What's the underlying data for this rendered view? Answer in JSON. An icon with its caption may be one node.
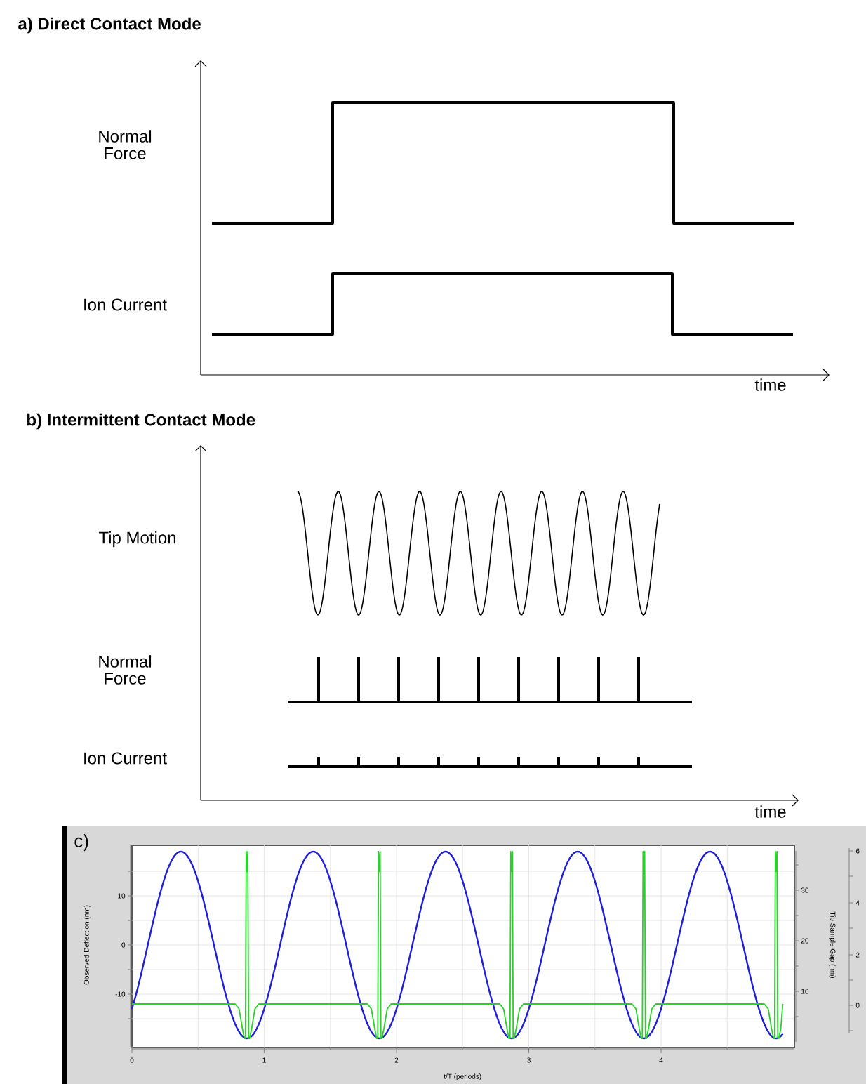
{
  "diagram": {
    "labels": [
      "a) Direct Contact Mode",
      "Normal Force",
      "Ion Current",
      "time",
      "b) Intermittent Contact Mode",
      "Tip Motion",
      "Normal Force",
      "Ion Current",
      "time",
      "c)",
      "10",
      "0",
      "-10",
      "Observed Deflection (nm)",
      "30",
      "20",
      "10",
      "Tip Sample Gap (nm)",
      "6",
      "4",
      "2",
      "0",
      "0",
      "1",
      "2",
      "3",
      "4",
      "t/T (periods)"
    ]
  }
}
